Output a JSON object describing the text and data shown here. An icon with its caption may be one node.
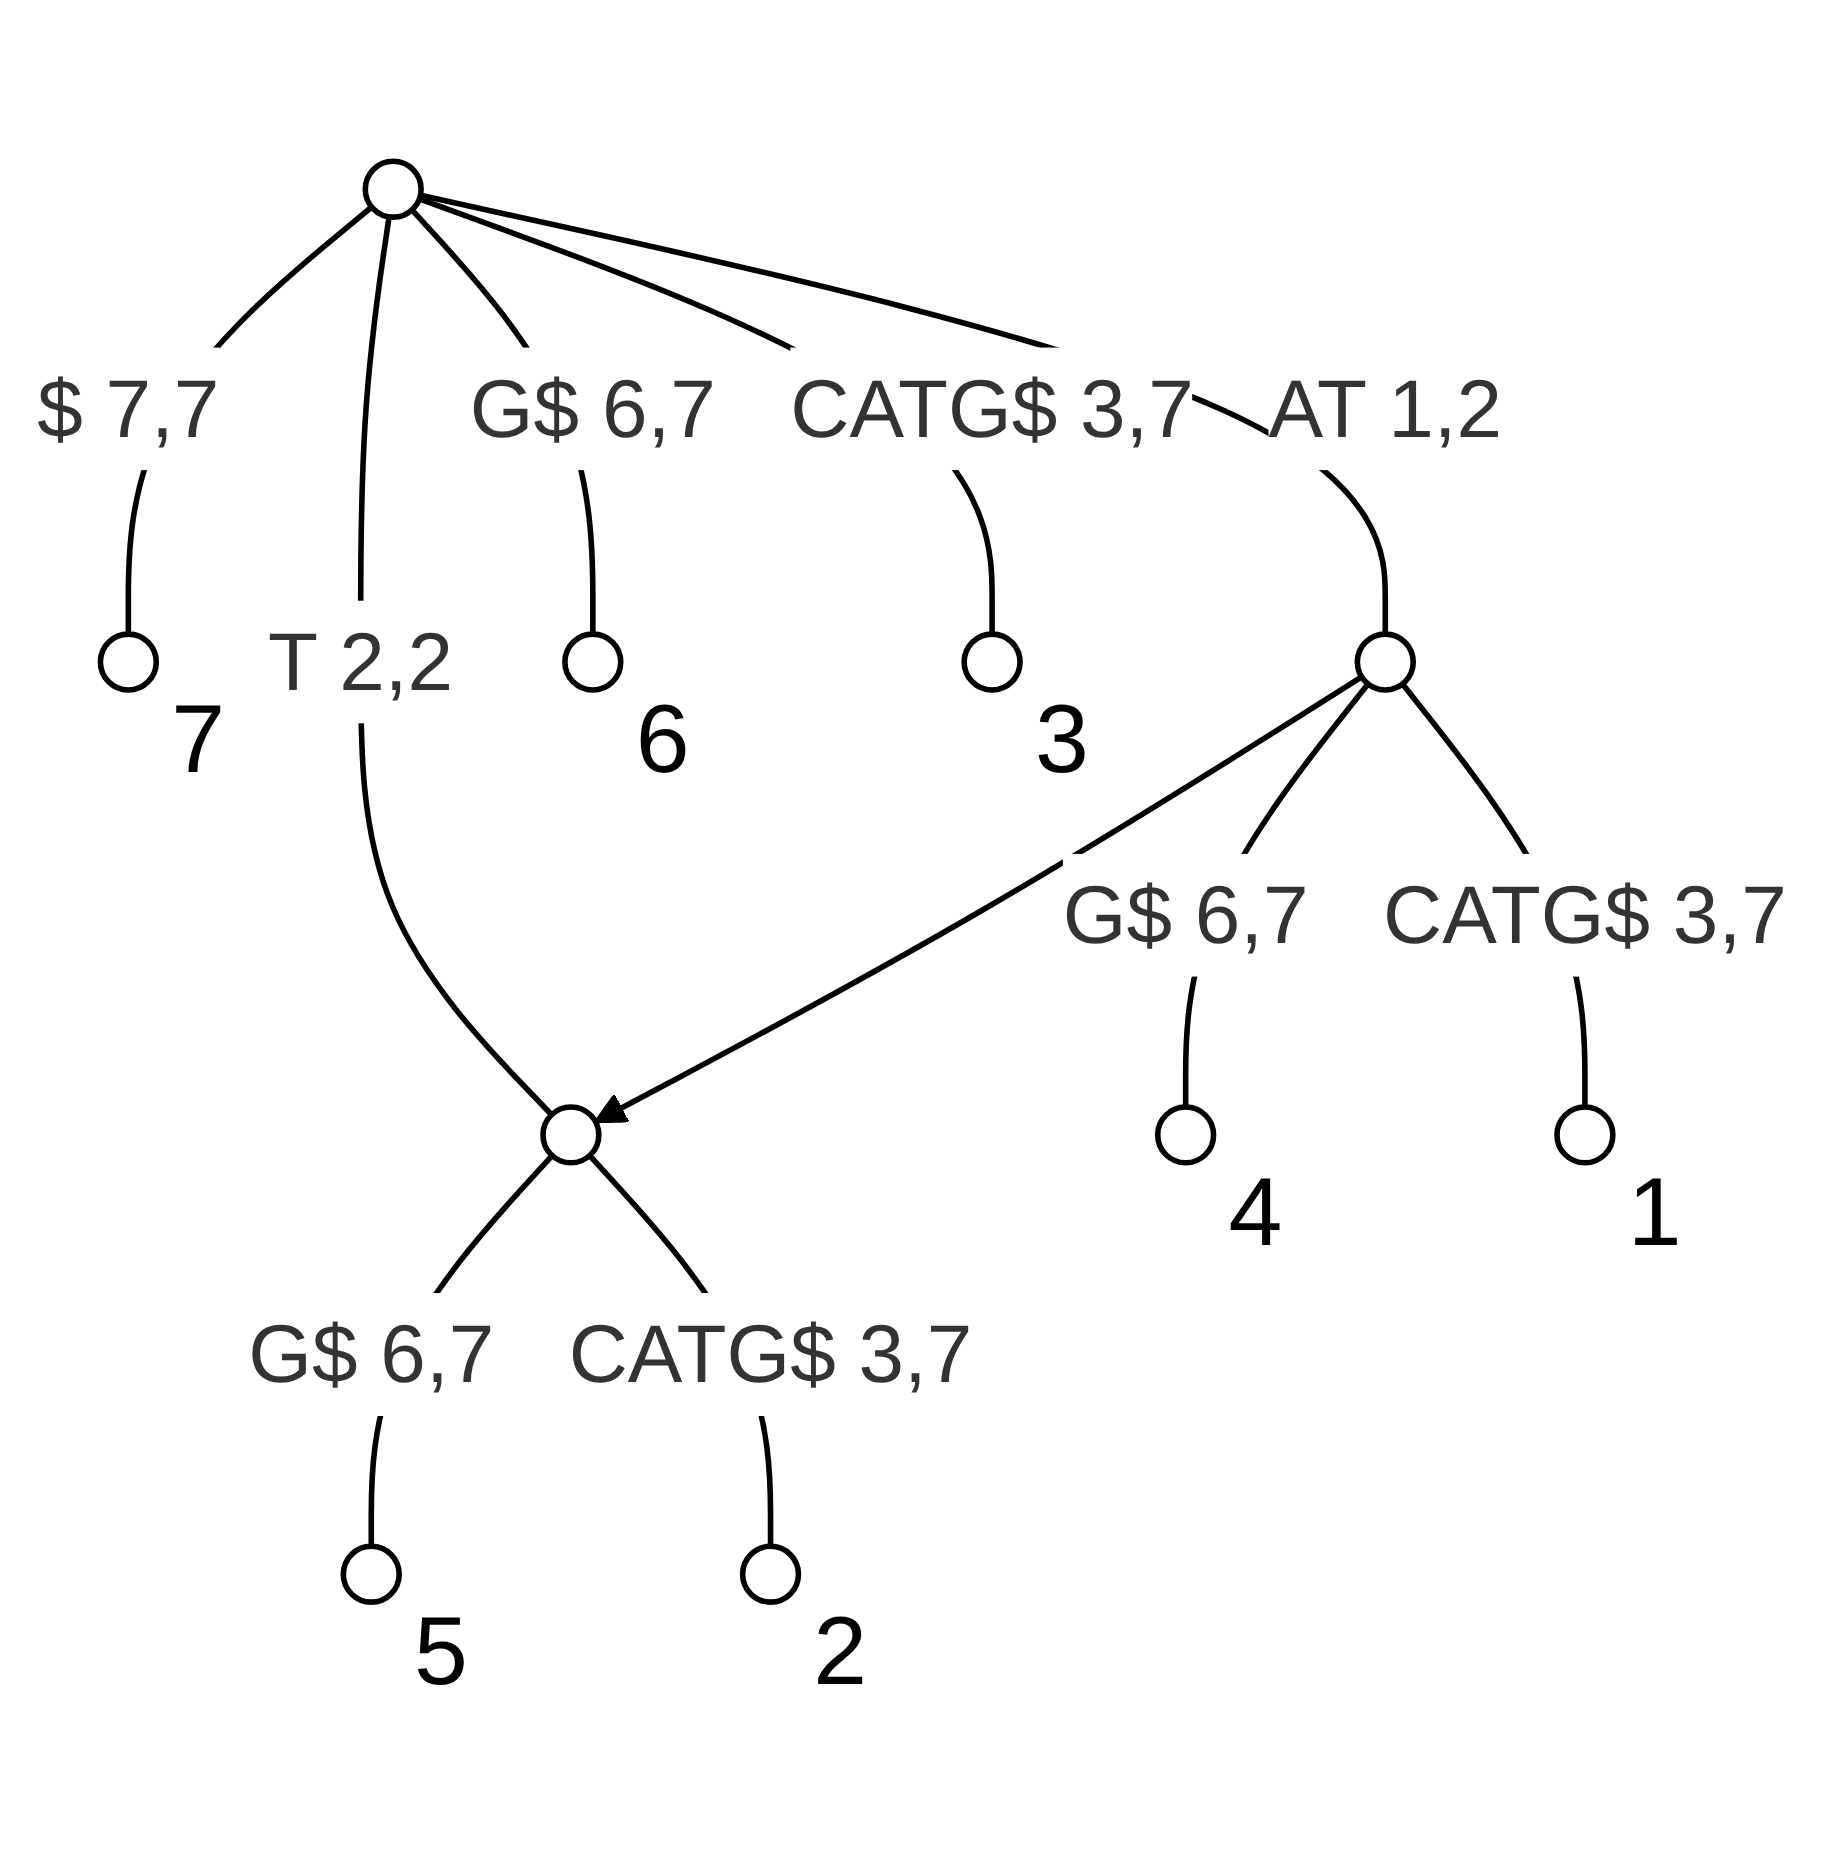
{
  "diagram": {
    "nodes": [
      {
        "text": [],
        "shape": "circle"
      },
      {
        "text": [],
        "shape": "circle",
        "beside": [
          "7"
        ]
      },
      {
        "text": [],
        "shape": "circle"
      },
      {
        "text": [],
        "shape": "circle",
        "beside": [
          "6"
        ]
      },
      {
        "text": [],
        "shape": "circle"
      },
      {
        "text": [],
        "shape": "circle",
        "beside": [
          "3"
        ]
      },
      {
        "text": [],
        "shape": "circle",
        "beside": [
          "4"
        ]
      },
      {
        "text": [],
        "shape": "circle",
        "beside": [
          "1"
        ]
      },
      {
        "text": [],
        "shape": "circle",
        "beside": [
          "5"
        ]
      },
      {
        "text": [],
        "shape": "circle",
        "beside": [
          "2"
        ]
      }
    ],
    "edges": [
      {
        "from": 0,
        "to": 1,
        "arrow": "none",
        "label": "$ 7,7"
      },
      {
        "from": 0,
        "to": 2,
        "arrow": "none",
        "label": "AT 1,2"
      },
      {
        "from": 0,
        "to": 3,
        "arrow": "none",
        "label": "G$ 6,7"
      },
      {
        "from": 0,
        "to": 4,
        "arrow": "none",
        "label": "T 2,2"
      },
      {
        "from": 0,
        "to": 5,
        "arrow": "none",
        "label": "CATG$ 3,7"
      },
      {
        "from": 2,
        "to": 6,
        "arrow": "none",
        "label": "G$ 6,7"
      },
      {
        "from": 2,
        "to": 7,
        "arrow": "none",
        "label": "CATG$ 3,7"
      },
      {
        "from": 4,
        "to": 8,
        "arrow": "none",
        "label": "G$ 6,7"
      },
      {
        "from": 4,
        "to": 9,
        "arrow": "none",
        "label": "CATG$ 3,7"
      },
      {
        "from": 2,
        "to": 4,
        "arrow": "to"
      }
    ]
  }
}
